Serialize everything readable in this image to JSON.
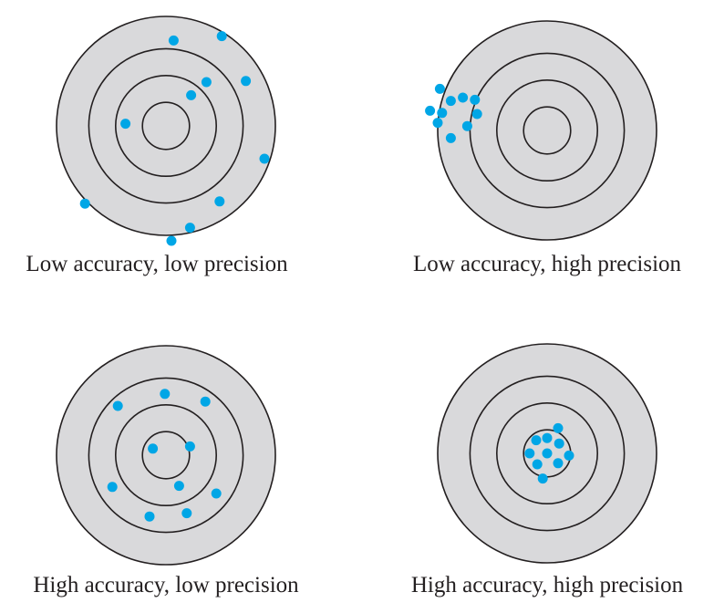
{
  "colors": {
    "target_fill": "#d9d9db",
    "ring_stroke": "#231f20",
    "shot": "#00a6e6",
    "caption": "#231f20"
  },
  "targets": [
    {
      "caption": "Low accuracy, low precision",
      "shots": [
        [
          0.07,
          -0.78
        ],
        [
          0.51,
          -0.82
        ],
        [
          0.37,
          -0.4
        ],
        [
          0.73,
          -0.41
        ],
        [
          0.23,
          -0.28
        ],
        [
          -0.37,
          -0.02
        ],
        [
          0.9,
          0.3
        ],
        [
          -0.74,
          0.71
        ],
        [
          0.49,
          0.69
        ],
        [
          0.22,
          0.93
        ],
        [
          0.05,
          1.05
        ]
      ]
    },
    {
      "caption": "Low accuracy, high precision",
      "shots": [
        [
          -0.98,
          -0.38
        ],
        [
          -0.88,
          -0.27
        ],
        [
          -0.77,
          -0.3
        ],
        [
          -0.66,
          -0.28
        ],
        [
          -1.07,
          -0.18
        ],
        [
          -0.96,
          -0.16
        ],
        [
          -0.64,
          -0.15
        ],
        [
          -1.0,
          -0.07
        ],
        [
          -0.73,
          -0.04
        ],
        [
          -0.88,
          0.07
        ]
      ]
    },
    {
      "caption": "High accuracy, low precision",
      "shots": [
        [
          -0.01,
          -0.56
        ],
        [
          -0.44,
          -0.45
        ],
        [
          0.36,
          -0.49
        ],
        [
          0.22,
          -0.08
        ],
        [
          -0.12,
          -0.06
        ],
        [
          -0.49,
          0.29
        ],
        [
          0.12,
          0.28
        ],
        [
          0.46,
          0.35
        ],
        [
          -0.15,
          0.56
        ],
        [
          0.19,
          0.53
        ]
      ]
    },
    {
      "caption": "High accuracy, high precision",
      "shots": [
        [
          0.1,
          -0.23
        ],
        [
          -0.1,
          -0.12
        ],
        [
          0.0,
          -0.14
        ],
        [
          0.11,
          -0.09
        ],
        [
          -0.16,
          0.0
        ],
        [
          0.0,
          0.0
        ],
        [
          0.2,
          0.02
        ],
        [
          -0.09,
          0.1
        ],
        [
          0.1,
          0.09
        ],
        [
          -0.04,
          0.23
        ]
      ]
    }
  ]
}
